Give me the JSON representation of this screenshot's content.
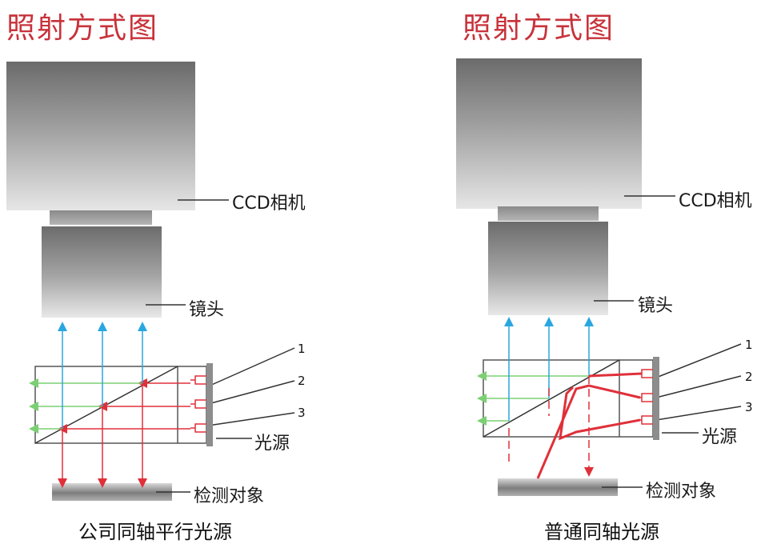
{
  "panels": [
    {
      "title": "照射方式图",
      "camera_label": "CCD相机",
      "lens_label": "镜头",
      "light_label": "光源",
      "object_label": "检测对象",
      "numbers": [
        "1",
        "2",
        "3"
      ],
      "caption": "公司同轴平行光源"
    },
    {
      "title": "照射方式图",
      "camera_label": "CCD相机",
      "lens_label": "镜头",
      "light_label": "光源",
      "object_label": "检测对象",
      "numbers": [
        "1",
        "2",
        "3"
      ],
      "caption": "普通同轴光源"
    }
  ],
  "colors": {
    "title": "#c8323a",
    "blue_ray": "#2aa6e0",
    "red_ray": "#e0303a",
    "green_ray": "#7ccf73"
  }
}
